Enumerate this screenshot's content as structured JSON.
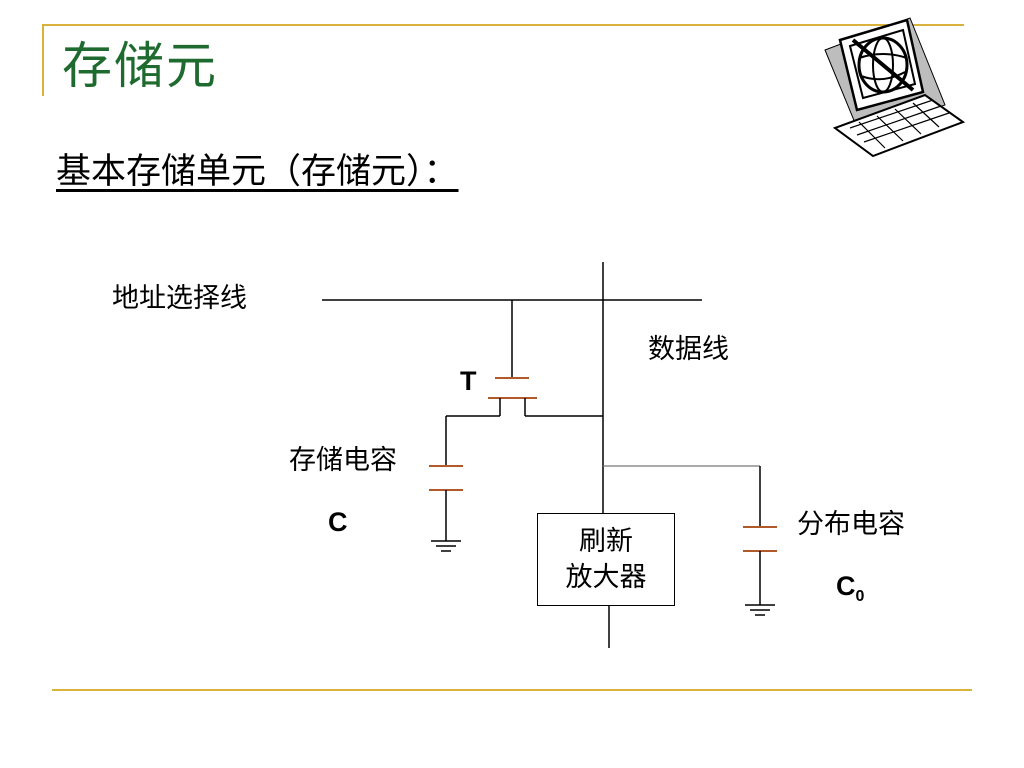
{
  "slide": {
    "title": "存储元",
    "subtitle": "基本存储单元（存储元）：",
    "clipart_icon": "computer-globe-icon"
  },
  "circuit": {
    "address_line_label": "地址选择线",
    "data_line_label": "数据线",
    "transistor_label": "T",
    "storage_cap_label": "存储电容",
    "storage_cap_symbol": "C",
    "amplifier_line1": "刷新",
    "amplifier_line2": "放大器",
    "dist_cap_label": "分布电容",
    "dist_cap_symbol": "C",
    "dist_cap_subscript": "0"
  },
  "colors": {
    "title_green": "#1f6b2f",
    "frame_gold": "#d8b23a",
    "capacitor_brown": "#b05a2a"
  }
}
